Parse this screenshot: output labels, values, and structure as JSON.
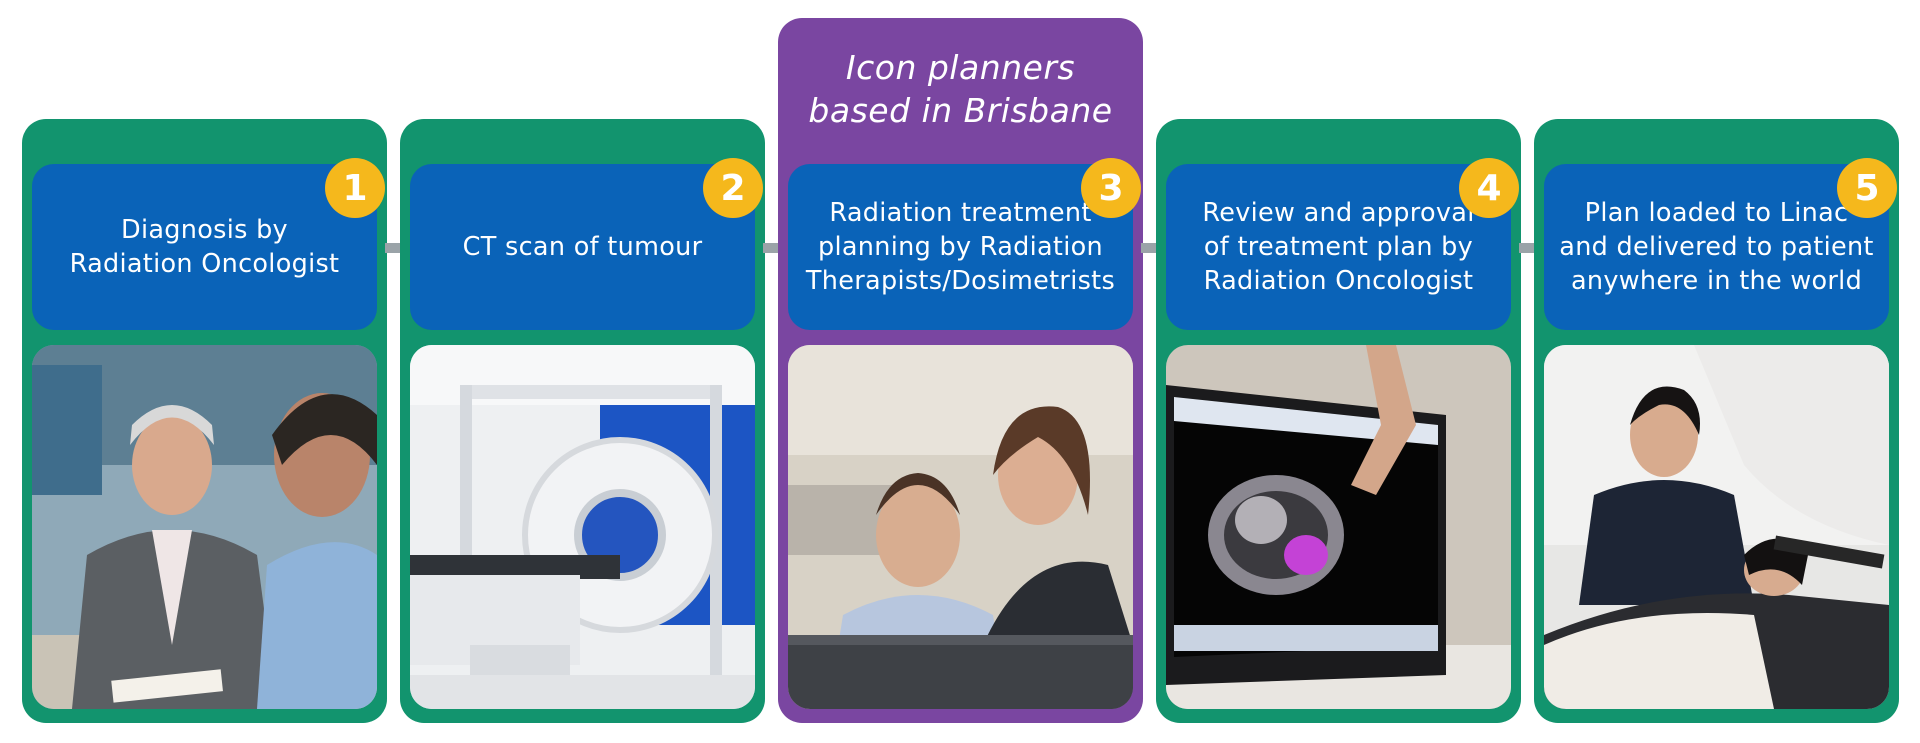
{
  "colors": {
    "green": "#12946e",
    "purple": "#7a46a1",
    "blue": "#0a63b8",
    "badge": "#f5b81c",
    "connector": "#9aa3a8"
  },
  "header_label": "Icon planners\nbased in Brisbane",
  "steps": [
    {
      "number": "1",
      "text": "Diagnosis by\nRadiation Oncologist"
    },
    {
      "number": "2",
      "text": "CT scan of tumour"
    },
    {
      "number": "3",
      "text": "Radiation treatment\nplanning by Radiation\nTherapists/Dosimetrists"
    },
    {
      "number": "4",
      "text": "Review and approval\nof treatment plan by\nRadiation Oncologist"
    },
    {
      "number": "5",
      "text": "Plan loaded to Linac\nand delivered to patient\nanywhere in the world"
    }
  ]
}
